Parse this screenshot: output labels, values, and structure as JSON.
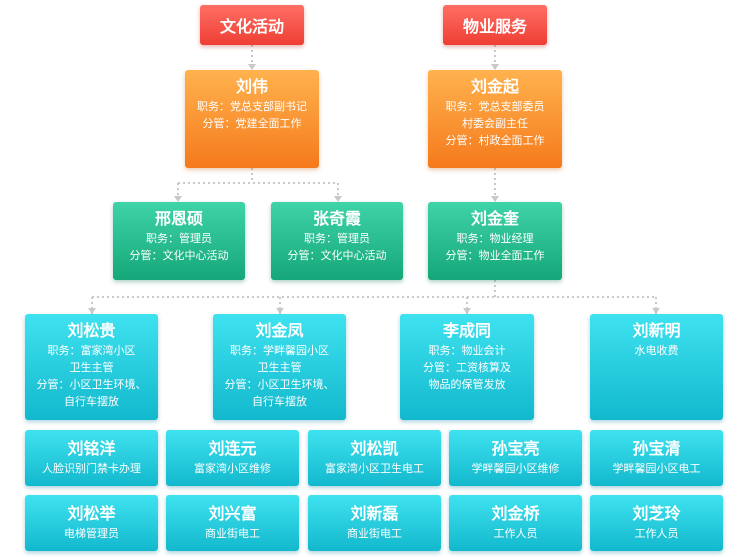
{
  "colors": {
    "red": "#ee3e34",
    "orange": "#f57a1c",
    "green": "#15a779",
    "cyan": "#12b8cd",
    "connector": "#c9c9c9"
  },
  "headers": {
    "culture": "文化活动",
    "property": "物业服务"
  },
  "level1": [
    {
      "name": "刘伟",
      "lines": [
        "职务：党总支部副书记",
        "分管：党建全面工作"
      ]
    },
    {
      "name": "刘金起",
      "lines": [
        "职务：党总支部委员",
        "村委会副主任",
        "分管：村政全面工作"
      ]
    }
  ],
  "level2": [
    {
      "name": "邢恩硕",
      "lines": [
        "职务：管理员",
        "分管：文化中心活动"
      ]
    },
    {
      "name": "张奇霞",
      "lines": [
        "职务：管理员",
        "分管：文化中心活动"
      ]
    },
    {
      "name": "刘金奎",
      "lines": [
        "职务：物业经理",
        "分管：物业全面工作"
      ]
    }
  ],
  "level3": [
    {
      "name": "刘松贵",
      "lines": [
        "职务：富家湾小区",
        "卫生主管",
        "分管：小区卫生环境、",
        "自行车摆放"
      ]
    },
    {
      "name": "刘金凤",
      "lines": [
        "职务：学畔馨园小区",
        "卫生主管",
        "分管：小区卫生环境、",
        "自行车摆放"
      ]
    },
    {
      "name": "李成同",
      "lines": [
        "职务：物业会计",
        "分管：工资核算及",
        "物品的保管发放"
      ]
    },
    {
      "name": "刘新明",
      "lines": [
        "水电收费"
      ]
    }
  ],
  "row4": [
    {
      "name": "刘铭洋",
      "role": "人脸识别门禁卡办理"
    },
    {
      "name": "刘连元",
      "role": "富家湾小区维修"
    },
    {
      "name": "刘松凯",
      "role": "富家湾小区卫生电工"
    },
    {
      "name": "孙宝亮",
      "role": "学畔馨园小区维修"
    },
    {
      "name": "孙宝清",
      "role": "学畔馨园小区电工"
    }
  ],
  "row5": [
    {
      "name": "刘松举",
      "role": "电梯管理员"
    },
    {
      "name": "刘兴富",
      "role": "商业街电工"
    },
    {
      "name": "刘新磊",
      "role": "商业街电工"
    },
    {
      "name": "刘金桥",
      "role": "工作人员"
    },
    {
      "name": "刘芝玲",
      "role": "工作人员"
    }
  ]
}
